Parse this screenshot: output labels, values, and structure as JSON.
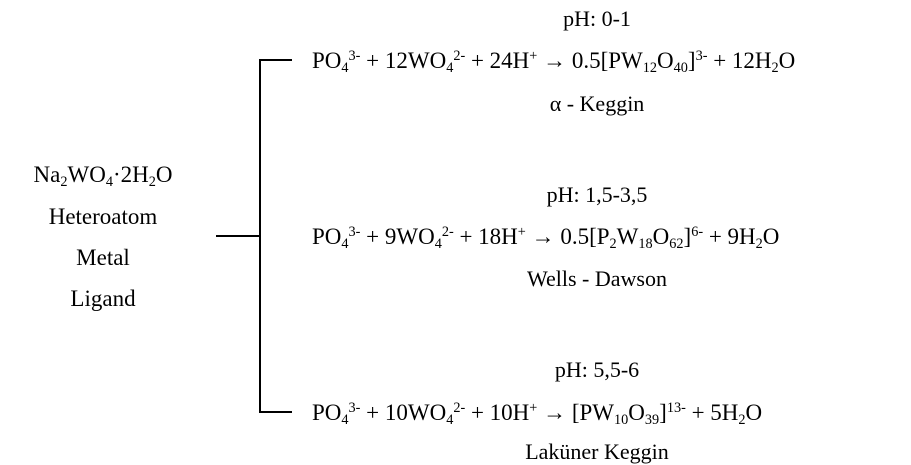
{
  "reagent": {
    "formula": [
      {
        "t": "Na"
      },
      {
        "t": "2",
        "s": "sub"
      },
      {
        "t": "WO"
      },
      {
        "t": "4",
        "s": "sub"
      },
      {
        "t": "·2H"
      },
      {
        "t": "2",
        "s": "sub"
      },
      {
        "t": "O"
      }
    ],
    "roles": [
      "Heteroatom",
      "Metal",
      "Ligand"
    ]
  },
  "branches": [
    {
      "ph": "pH: 0-1",
      "equation": [
        {
          "t": "PO"
        },
        {
          "t": "4",
          "s": "sub"
        },
        {
          "t": "3-",
          "s": "sup"
        },
        {
          "t": " + 12WO"
        },
        {
          "t": "4",
          "s": "sub"
        },
        {
          "t": "2-",
          "s": "sup"
        },
        {
          "t": " + 24H"
        },
        {
          "t": "+",
          "s": "sup"
        },
        {
          "t": " → 0.5[PW"
        },
        {
          "t": "12",
          "s": "sub"
        },
        {
          "t": "O"
        },
        {
          "t": "40",
          "s": "sub"
        },
        {
          "t": "]"
        },
        {
          "t": "3-",
          "s": "sup"
        },
        {
          "t": " + 12H"
        },
        {
          "t": "2",
          "s": "sub"
        },
        {
          "t": "O"
        }
      ],
      "name": "α - Keggin"
    },
    {
      "ph": "pH: 1,5-3,5",
      "equation": [
        {
          "t": "PO"
        },
        {
          "t": "4",
          "s": "sub"
        },
        {
          "t": "3-",
          "s": "sup"
        },
        {
          "t": " + 9WO"
        },
        {
          "t": "4",
          "s": "sub"
        },
        {
          "t": "2-",
          "s": "sup"
        },
        {
          "t": " + 18H"
        },
        {
          "t": "+",
          "s": "sup"
        },
        {
          "t": " → 0.5[P"
        },
        {
          "t": "2",
          "s": "sub"
        },
        {
          "t": "W"
        },
        {
          "t": "18",
          "s": "sub"
        },
        {
          "t": "O"
        },
        {
          "t": "62",
          "s": "sub"
        },
        {
          "t": "]"
        },
        {
          "t": "6-",
          "s": "sup"
        },
        {
          "t": " + 9H"
        },
        {
          "t": "2",
          "s": "sub"
        },
        {
          "t": "O"
        }
      ],
      "name": "Wells - Dawson"
    },
    {
      "ph": "pH: 5,5-6",
      "equation": [
        {
          "t": "PO"
        },
        {
          "t": "4",
          "s": "sub"
        },
        {
          "t": "3-",
          "s": "sup"
        },
        {
          "t": " + 10WO"
        },
        {
          "t": "4",
          "s": "sub"
        },
        {
          "t": "2-",
          "s": "sup"
        },
        {
          "t": " + 10H"
        },
        {
          "t": "+",
          "s": "sup"
        },
        {
          "t": " → [PW"
        },
        {
          "t": "10",
          "s": "sub"
        },
        {
          "t": "O"
        },
        {
          "t": "39",
          "s": "sub"
        },
        {
          "t": "]"
        },
        {
          "t": "13-",
          "s": "sup"
        },
        {
          "t": " + 5H"
        },
        {
          "t": "2",
          "s": "sub"
        },
        {
          "t": "O"
        }
      ],
      "name": "Laküner Keggin"
    }
  ]
}
